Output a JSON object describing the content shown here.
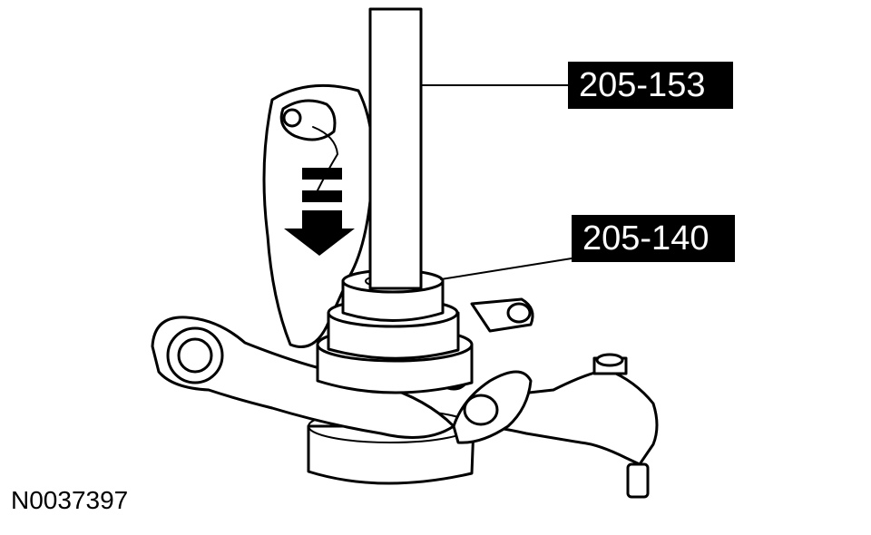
{
  "figure": {
    "callouts": [
      {
        "id": "tool-205-153",
        "label": "205-153"
      },
      {
        "id": "tool-205-140",
        "label": "205-140"
      }
    ],
    "figure_number": "N0037397"
  }
}
